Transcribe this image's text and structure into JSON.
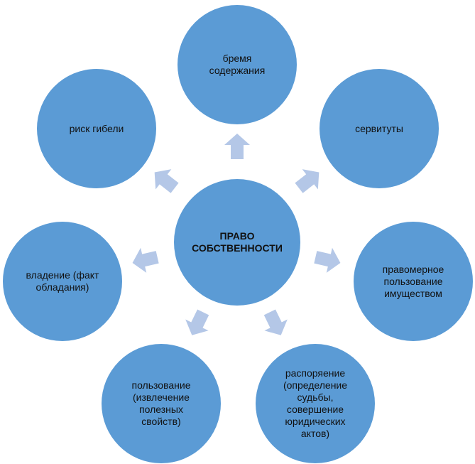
{
  "center": {
    "label": "ПРАВО\nСОБСТВЕННОСТИ"
  },
  "outer_nodes": [
    {
      "label": "бремя\nсодержания"
    },
    {
      "label": "сервитуты"
    },
    {
      "label": "правомерное\nпользование\nимуществом"
    },
    {
      "label": "распоряение\n(определение\nсудьбы,\nсовершение\nюридических\nактов)"
    },
    {
      "label": "пользование\n(извлечение\nполезных\nсвойств)"
    },
    {
      "label": "владение (факт\nобладания)"
    },
    {
      "label": "риск гибели"
    }
  ],
  "colors": {
    "node": "#5b9bd5",
    "arrow": "#b4c7e7",
    "text": "#111111"
  }
}
